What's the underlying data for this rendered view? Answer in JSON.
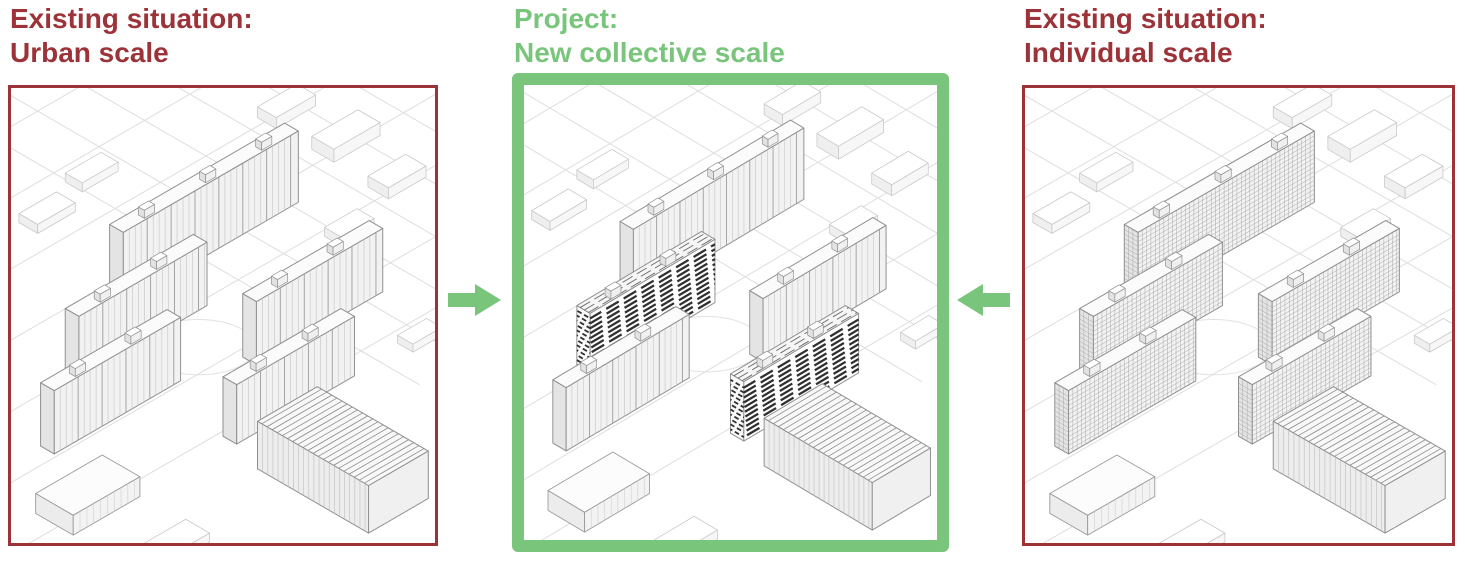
{
  "colors": {
    "accent_red": "#9C3338",
    "accent_green": "#78C57B",
    "drawing_line": "#8f8f8f",
    "hatch_dark": "#303030"
  },
  "panels": [
    {
      "id": "existing-urban",
      "title_line1": "Existing situation:",
      "title_line2": "Urban scale",
      "accent": "red",
      "variant": "urban"
    },
    {
      "id": "project-new-collective",
      "title_line1": "Project:",
      "title_line2": "New collective scale",
      "accent": "green",
      "variant": "collective"
    },
    {
      "id": "existing-individual",
      "title_line1": "Existing situation:",
      "title_line2": "Individual scale",
      "accent": "red",
      "variant": "individual"
    }
  ],
  "arrows": [
    {
      "id": "arrow-into-project-from-left",
      "direction": "right"
    },
    {
      "id": "arrow-into-project-from-right",
      "direction": "left"
    }
  ]
}
